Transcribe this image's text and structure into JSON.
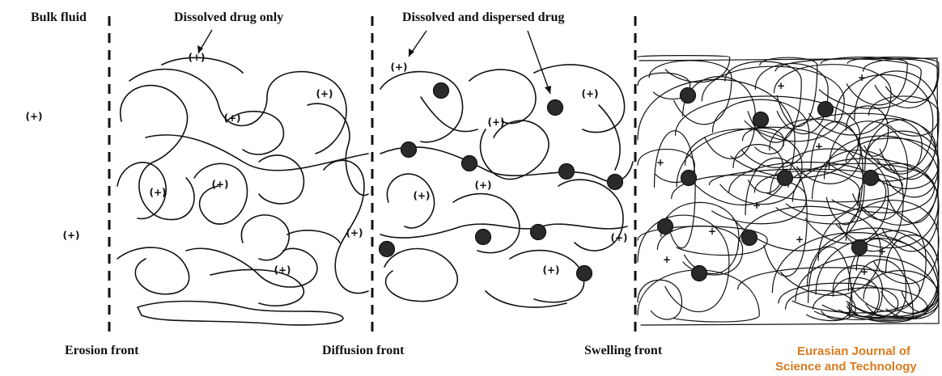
{
  "labels": {
    "bulk_fluid": "Bulk fluid",
    "dissolved_only": "Dissolved drug only",
    "dissolved_dispersed": "Dissolved and dispersed drug",
    "erosion_front": "Erosion front",
    "diffusion_front": "Diffusion front",
    "swelling_front": "Swelling front"
  },
  "watermark": {
    "line1": "Eurasian Journal of",
    "line2": "Science and Technology",
    "color": "#d97a1e"
  },
  "symbols": {
    "dissolved_drug": "+",
    "dispersed_drug": "filled-circle"
  },
  "colors": {
    "ink": "#111111",
    "particle": "#2a2a2a",
    "background": "#ffffff"
  }
}
